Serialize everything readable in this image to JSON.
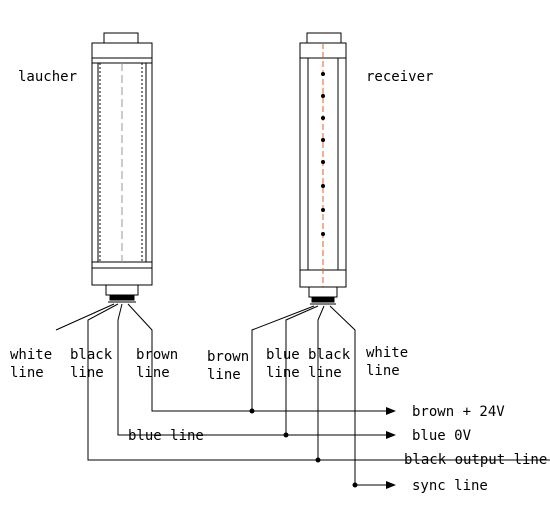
{
  "device_labels": {
    "launcher": "laucher",
    "receiver": "receiver"
  },
  "launcher_wires": {
    "white": "white\nline",
    "black": "black\nline",
    "brown": "brown\nline"
  },
  "receiver_wires": {
    "brown": "brown\nline",
    "blue": "blue\nline",
    "black": "black\nline",
    "white": "white\nline"
  },
  "blue_line_label": "blue line",
  "outputs": {
    "brown_24v": "brown + 24V",
    "blue_0v": "blue 0V",
    "black_output": "black output line",
    "sync": "sync line"
  },
  "colors": {
    "line": "#000000",
    "beam": "#e0601f"
  }
}
